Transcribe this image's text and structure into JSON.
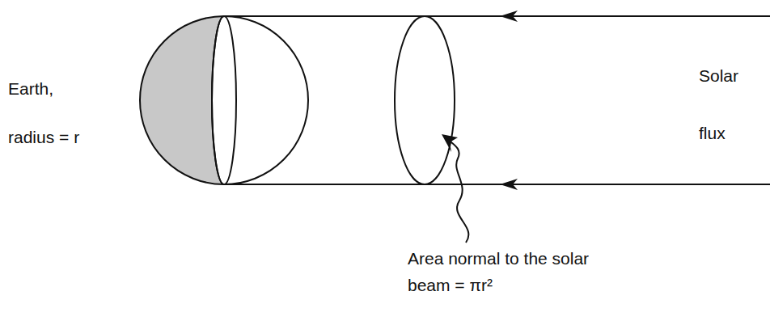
{
  "diagram": {
    "labels": [
      "Earth,",
      "radius = r",
      "Solar flux",
      "Area normal to the solar beam = πr²"
    ]
  }
}
